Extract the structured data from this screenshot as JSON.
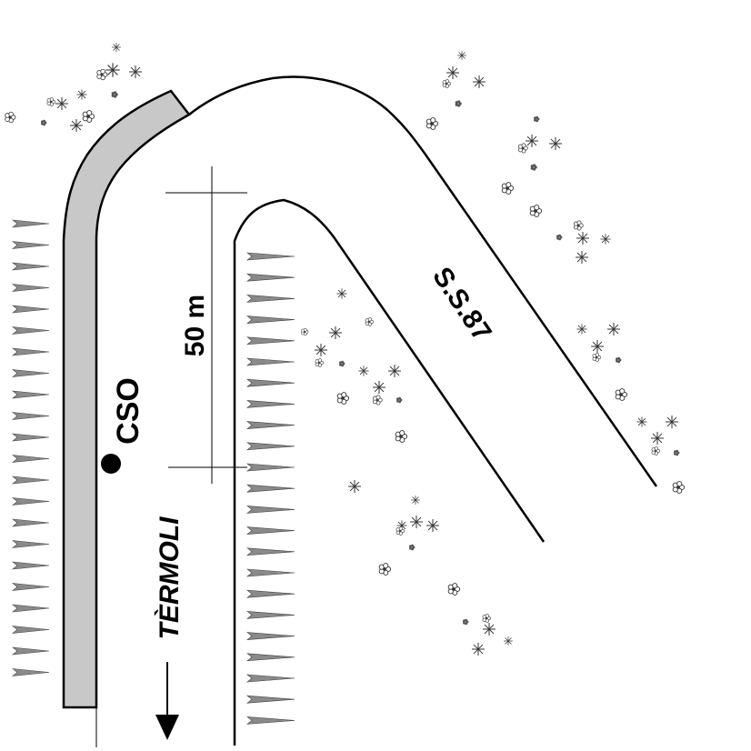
{
  "labels": {
    "road": "S.S.87",
    "site": "CSO",
    "scale": "50 m",
    "direction": "TÈRMOLI"
  },
  "colors": {
    "ink": "#000000",
    "wall_fill": "#c8c8c8",
    "hedge": "#8a8a8a",
    "hedge_stroke": "#444444",
    "background": "#ffffff"
  },
  "symbols": {
    "site_marker": "filled-dot",
    "direction_arrow": "arrow-down-icon",
    "vegetation": "shrub-icon",
    "hedge": "hedge-spike-icon"
  }
}
